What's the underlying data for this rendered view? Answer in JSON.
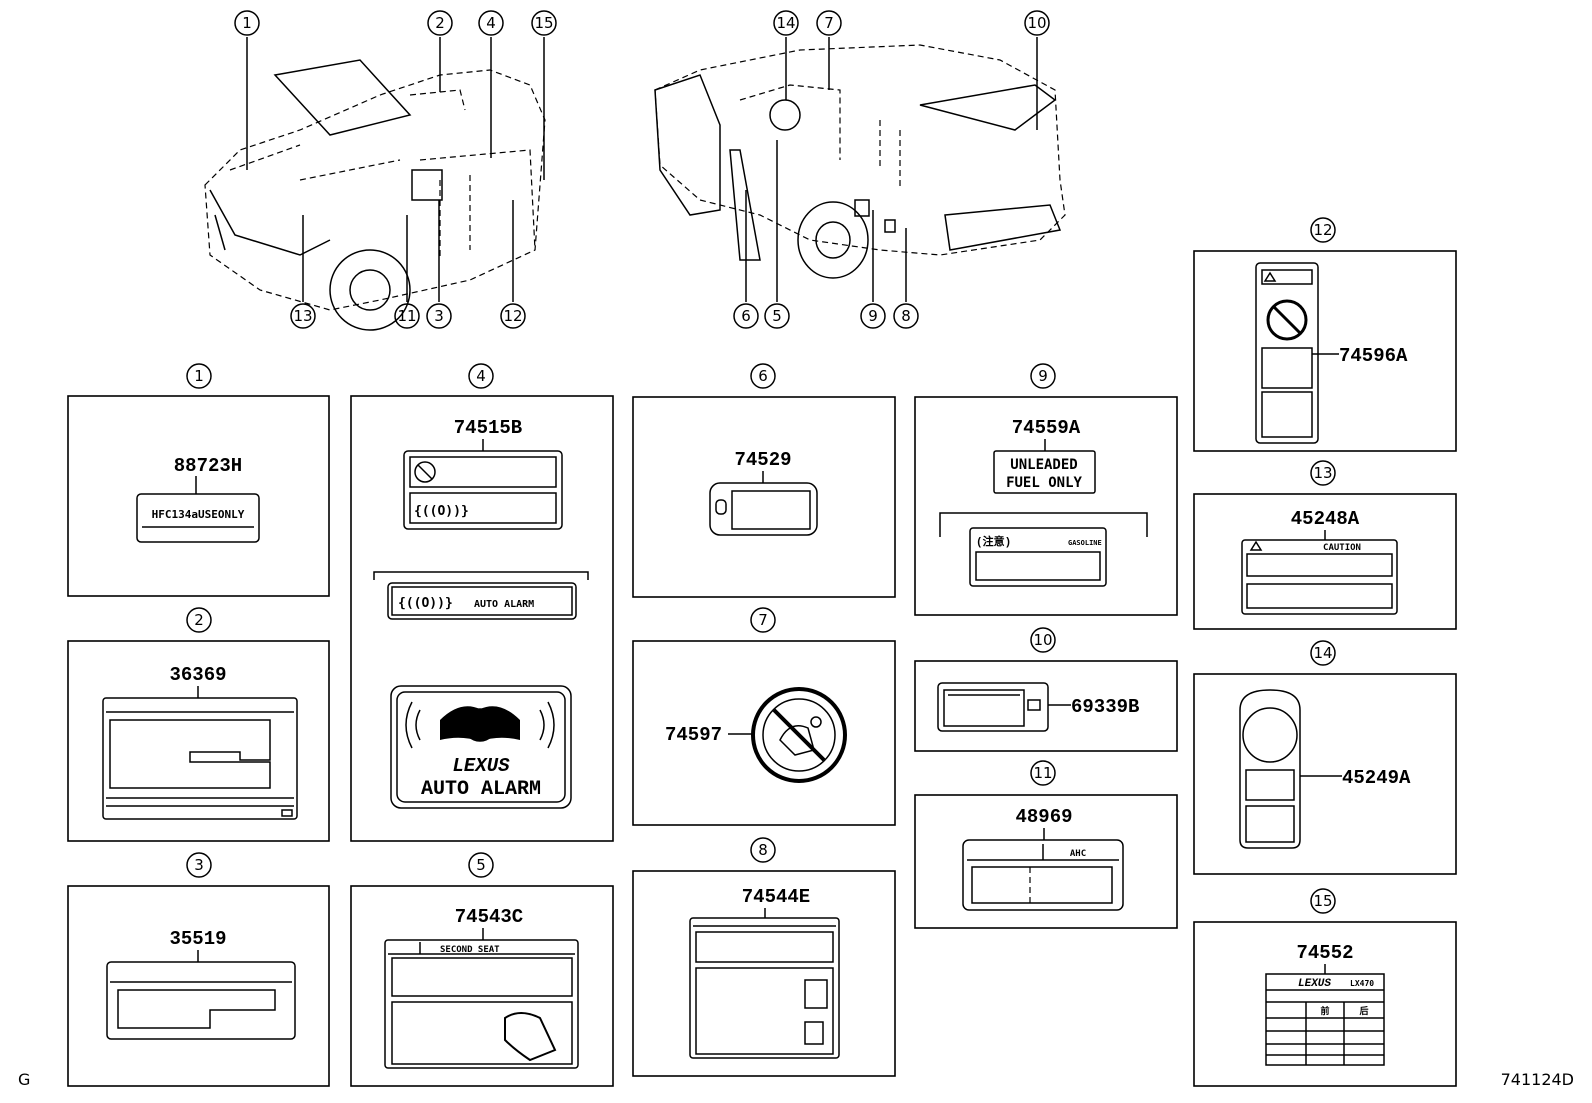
{
  "corner_left": "G",
  "corner_right": "741124D",
  "callout_numbers": [
    "1",
    "2",
    "3",
    "4",
    "5",
    "6",
    "7",
    "8",
    "9",
    "10",
    "11",
    "12",
    "13",
    "14",
    "15"
  ],
  "parts": {
    "p1": "88723H",
    "p1_label": "HFC134aUSEONLY",
    "p2": "36369",
    "p3": "35519",
    "p4a": "74515B",
    "p4_alarm_small": "AUTO ALARM",
    "p4_brand": "LEXUS",
    "p4_alarm_big": "AUTO ALARM",
    "p5": "74543C",
    "p5_label": "SECOND SEAT",
    "p6": "74529",
    "p7": "74597",
    "p8": "74544E",
    "p9": "74559A",
    "p9_line1": "UNLEADED",
    "p9_line2": "FUEL ONLY",
    "p9_jp": "(注意)",
    "p9_gas": "GASOLINE",
    "p10": "69339B",
    "p11": "48969",
    "p11_label": "AHC",
    "p12": "74596A",
    "p13": "45248A",
    "p13_label": "CAUTION",
    "p14": "45249A",
    "p15": "74552",
    "p15_brand": "LEXUS",
    "p15_model": "LX470",
    "p15_col1": "前",
    "p15_col2": "后"
  }
}
